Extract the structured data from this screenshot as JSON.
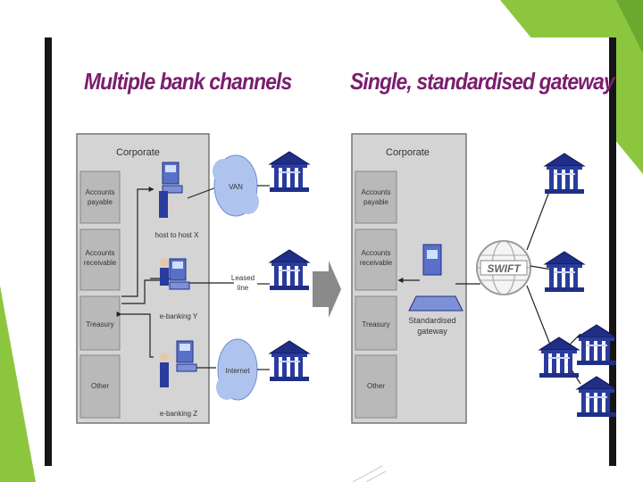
{
  "left": {
    "heading": "Multiple bank channels",
    "corporate_label": "Corporate",
    "departments": [
      {
        "l1": "Accounts",
        "l2": "payable"
      },
      {
        "l1": "Accounts",
        "l2": "receivable"
      },
      {
        "l1": "Treasury",
        "l2": ""
      },
      {
        "l1": "Other",
        "l2": ""
      }
    ],
    "channels": [
      "host to host X",
      "e-banking Y",
      "e-banking Z"
    ],
    "networks": [
      {
        "l1": "VAN",
        "l2": ""
      },
      {
        "l1": "Leased",
        "l2": "line"
      },
      {
        "l1": "Internet",
        "l2": ""
      }
    ]
  },
  "right": {
    "heading": "Single, standardised gateway",
    "corporate_label": "Corporate",
    "departments": [
      {
        "l1": "Accounts",
        "l2": "payable"
      },
      {
        "l1": "Accounts",
        "l2": "receivable"
      },
      {
        "l1": "Treasury",
        "l2": ""
      },
      {
        "l1": "Other",
        "l2": ""
      }
    ],
    "gateway": {
      "l1": "Standardised",
      "l2": "gateway"
    },
    "swift_label": "SWIFT"
  },
  "colors": {
    "heading": "#7a1e6e",
    "accent_green": "#8cc63f",
    "bank_blue": "#1f2f86",
    "panel_gray": "#d4d4d4",
    "cloud": "#aec4ee",
    "arrow_gray": "#8a8a8a"
  }
}
